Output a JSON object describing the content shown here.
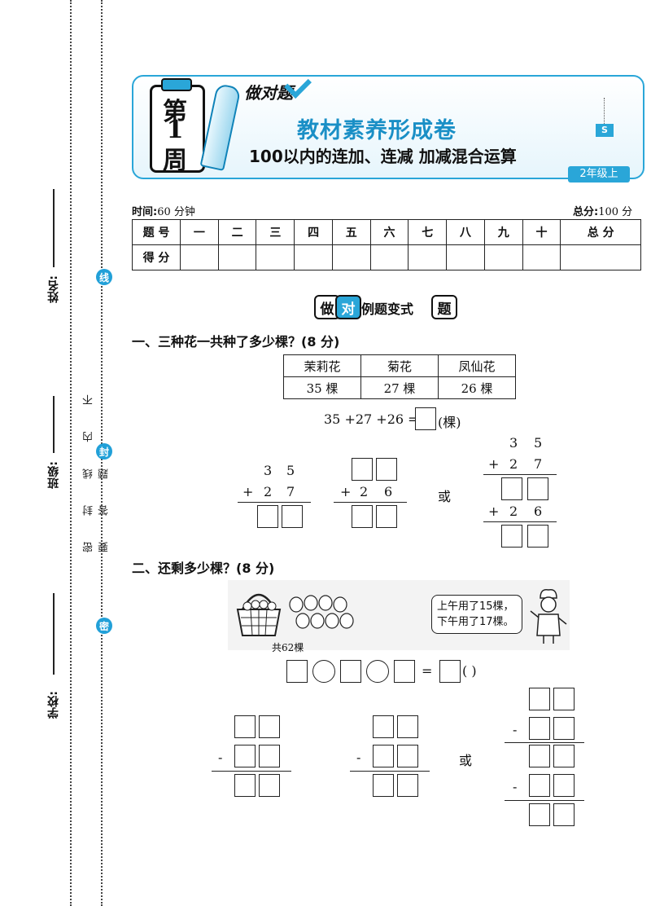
{
  "margin": {
    "labels": [
      "学校:",
      "班级:",
      "姓名:"
    ],
    "seals": [
      "密",
      "封",
      "线"
    ],
    "notice": "密 封 线 内 不 要 答 题"
  },
  "header": {
    "series_logo": "做对题",
    "week": [
      "第",
      "1",
      "周"
    ],
    "title": "教材素养形成卷",
    "subtitle": "100以内的连加、连减   加减混合运算",
    "grade": "2年级上",
    "badge": "S"
  },
  "info": {
    "time_label": "时间:",
    "time_value": "60 分钟",
    "total_label": "总分:",
    "total_value": "100 分"
  },
  "score_table": {
    "row1": [
      "题 号",
      "一",
      "二",
      "三",
      "四",
      "五",
      "六",
      "七",
      "八",
      "九",
      "十",
      "总 分"
    ],
    "row2_label": "得 分"
  },
  "section_banner": [
    "做",
    "对",
    "例题变式",
    "题"
  ],
  "q1": {
    "title": "一、三种花一共种了多少棵？(8 分)",
    "table_headers": [
      "茉莉花",
      "菊花",
      "凤仙花"
    ],
    "table_values": [
      "35 棵",
      "27 棵",
      "26 棵"
    ],
    "equation": "35 +27 +26 =",
    "unit": "(棵)",
    "calc1": {
      "top": [
        "3",
        "5"
      ],
      "op": "+",
      "bottom": [
        "2",
        "7"
      ]
    },
    "calc2": {
      "op": "+",
      "bottom": [
        "2",
        "6"
      ]
    },
    "or": "或",
    "calc3": {
      "top": [
        "3",
        "5"
      ],
      "op1": "+",
      "row2": [
        "2",
        "7"
      ],
      "op2": "+",
      "row4": [
        "2",
        "6"
      ]
    }
  },
  "q2": {
    "title": "二、还剩多少棵？(8 分)",
    "caption": "共62棵",
    "bubble_lines": [
      "上午用了15棵，",
      "下午用了17棵。"
    ],
    "equals": "=",
    "unit": "(      )",
    "minus": "-",
    "or": "或"
  }
}
